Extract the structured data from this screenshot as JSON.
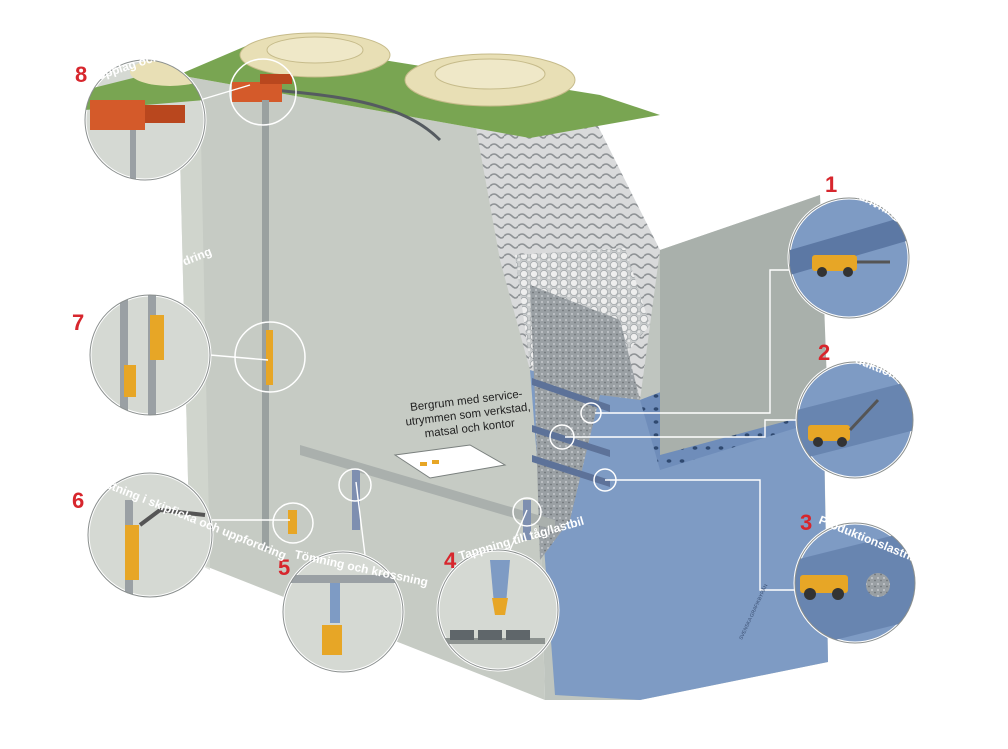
{
  "labels": [
    {
      "num": "1",
      "text": "Ortdrivning"
    },
    {
      "num": "2",
      "text": "Produktionsborrning"
    },
    {
      "num": "3",
      "text": "Produktionslastning"
    },
    {
      "num": "4",
      "text": "Tappning till tåg/lastbil"
    },
    {
      "num": "5",
      "text": "Tömning och krossning"
    },
    {
      "num": "6",
      "text": "Lastning i skipficka och uppfordring"
    },
    {
      "num": "7",
      "text": "Skip och uppfordring"
    },
    {
      "num": "8",
      "text": "Upplag och transport"
    }
  ],
  "service_note": [
    "Bergrum med service-",
    "utrymmen som verkstad,",
    "matsal och kontor"
  ],
  "credit": "SVENSKA GRAFIKBYRÅN",
  "colors": {
    "accent_number": "#d7262d",
    "mine_wall": "#c6cbc4",
    "ore_body": "#7e9bc4",
    "machine": "#e7a626",
    "building": "#d45a2a",
    "grass": "#79a552",
    "sand": "#e8dfb5"
  }
}
